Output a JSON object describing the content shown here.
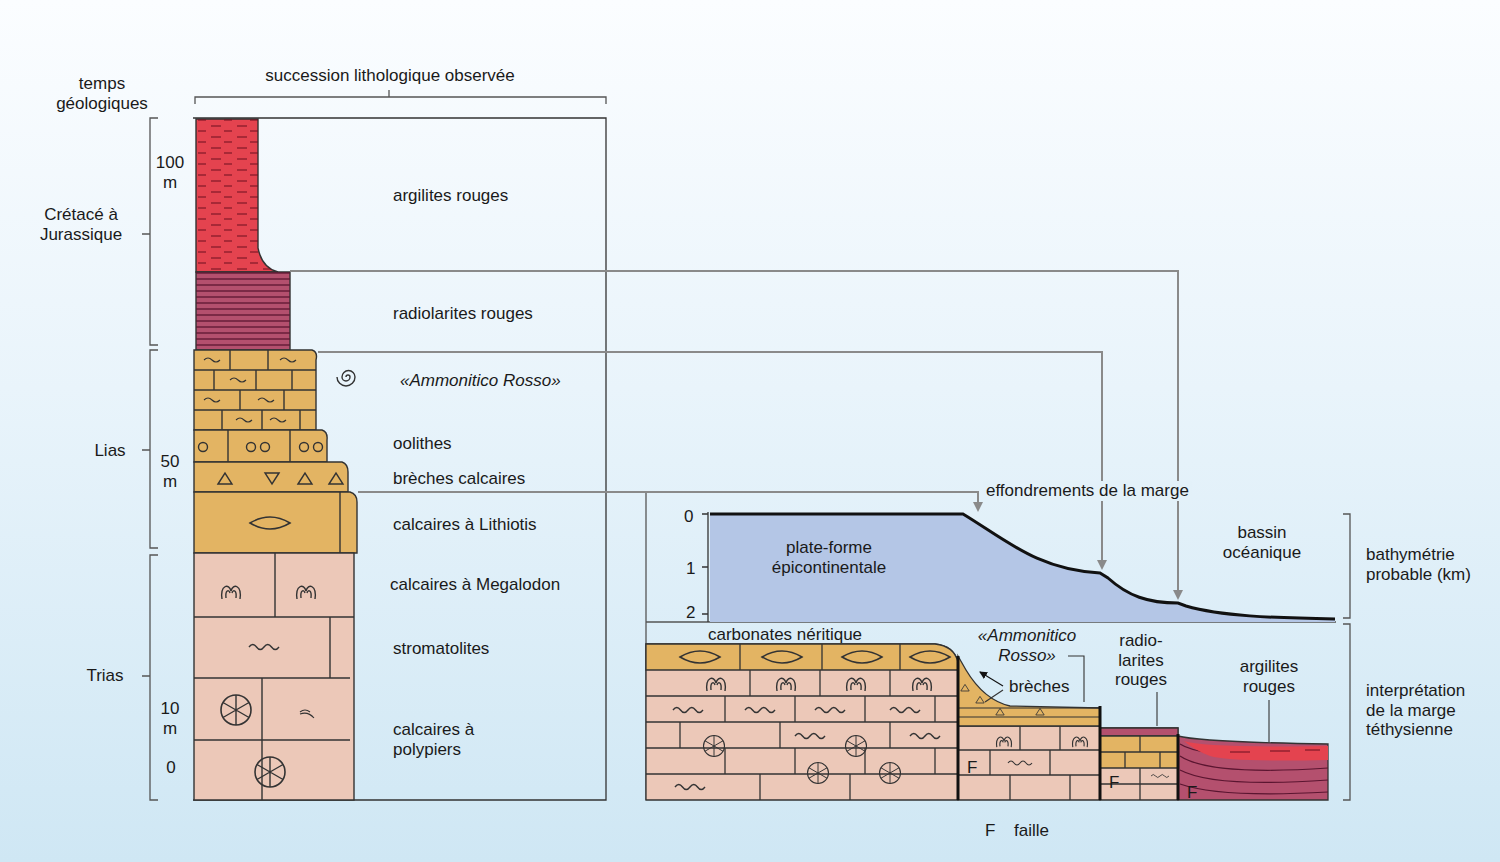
{
  "diagram": {
    "nodes": [
      {
        "text": [
          "plate-forme épicontinentale"
        ]
      }
    ],
    "labels": [
      "temps géologiques",
      "succession lithologique observée",
      "Crétacé à Jurassique",
      "Lias",
      "Trias",
      "100 m",
      "50 m",
      "10 m",
      "0",
      "argilites rouges",
      "radiolarites rouges",
      "«Ammonitico Rosso»",
      "oolithes",
      "brèches calcaires",
      "calcaires à Lithiotis",
      "calcaires à Megalodon",
      "stromatolites",
      "calcaires à polypiers",
      "effondrements de la marge",
      "0",
      "1",
      "2",
      "bassin océanique",
      "bathymétrie probable (km)",
      "carbonates néritique",
      "«Ammonitico Rosso»",
      "brèches",
      "radio- larites rouges",
      "argilites rouges",
      "interprétation de la marge téthysienne",
      "F",
      "F",
      "F",
      "F",
      "faille"
    ]
  }
}
